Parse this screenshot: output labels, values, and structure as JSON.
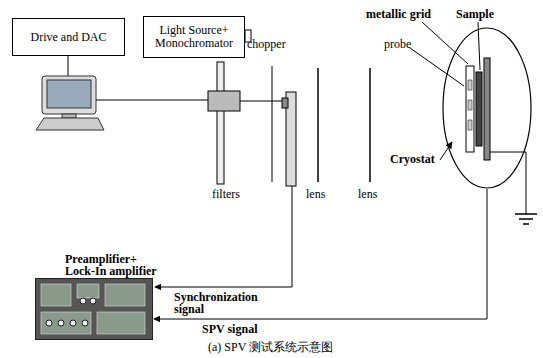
{
  "diagram": {
    "caption": "(a) SPV 测试系统示意图",
    "nodes": [
      {
        "text": [
          "Drive and DAC"
        ]
      },
      {
        "text": [
          "Light Source+ Monochromator"
        ]
      },
      {
        "text": [
          "Preamplifier+ Lock-In amplifier"
        ]
      },
      {
        "text": [
          "Cryostat"
        ]
      }
    ],
    "edges": [
      {
        "from": 3,
        "to": 2,
        "arrow": "to",
        "label": "SPV signal"
      }
    ],
    "labels": [
      "metallic grid",
      "Sample",
      "chopper",
      "probe",
      "filters",
      "lens",
      "lens",
      "Synchronization signal"
    ]
  }
}
